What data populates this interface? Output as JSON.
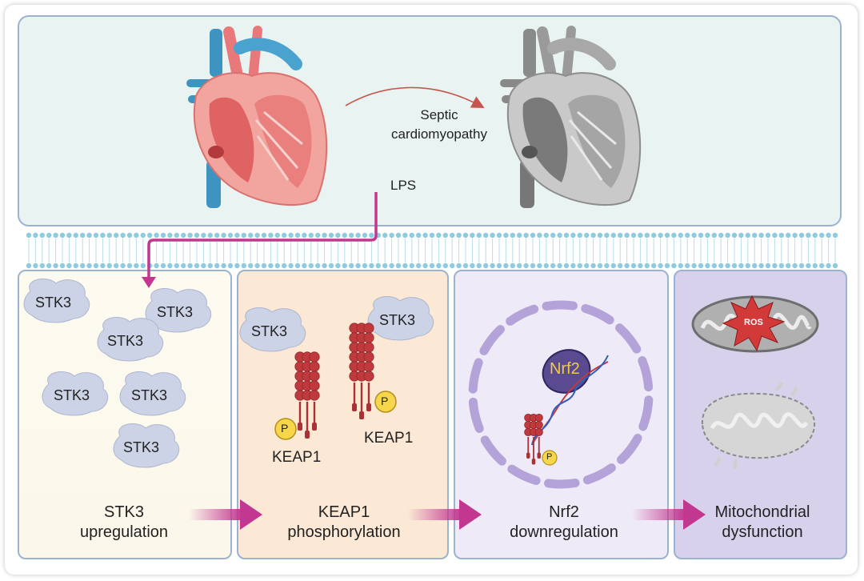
{
  "top": {
    "arrow_label_line1": "Septic",
    "arrow_label_line2": "cardiomyopathy",
    "lps_label": "LPS"
  },
  "panel1": {
    "protein_label": "STK3",
    "caption_line1": "STK3",
    "caption_line2": "upregulation"
  },
  "panel2": {
    "stk3_label": "STK3",
    "keap1_label": "KEAP1",
    "phospho_label": "P",
    "caption_line1": "KEAP1",
    "caption_line2": "phosphorylation"
  },
  "panel3": {
    "nrf2_label": "Nrf2",
    "phospho_label": "P",
    "caption_line1": "Nrf2",
    "caption_line2": "downregulation"
  },
  "panel4": {
    "ros_label": "ROS",
    "caption_line1": "Mitochondrial",
    "caption_line2": "dysfunction"
  },
  "colors": {
    "arrow_magenta": "#c2378f",
    "membrane": "#8fcbe0",
    "keap1_red": "#a83236",
    "nrf2_purple": "#5a4a8f"
  }
}
